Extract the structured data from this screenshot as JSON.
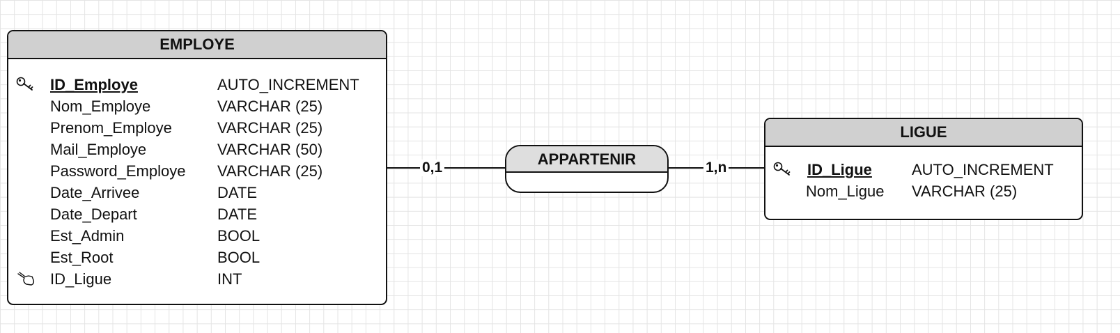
{
  "entities": {
    "employe": {
      "title": "EMPLOYE",
      "attributes": [
        {
          "name": "ID_Employe",
          "type": "AUTO_INCREMENT",
          "key": "primary",
          "icon": "key-icon"
        },
        {
          "name": "Nom_Employe",
          "type": "VARCHAR (25)"
        },
        {
          "name": "Prenom_Employe",
          "type": "VARCHAR (25)"
        },
        {
          "name": "Mail_Employe",
          "type": "VARCHAR (50)"
        },
        {
          "name": "Password_Employe",
          "type": "VARCHAR (25)"
        },
        {
          "name": "Date_Arrivee",
          "type": "DATE"
        },
        {
          "name": "Date_Depart",
          "type": "DATE"
        },
        {
          "name": "Est_Admin",
          "type": "BOOL"
        },
        {
          "name": "Est_Root",
          "type": "BOOL"
        },
        {
          "name": "ID_Ligue",
          "type": "INT",
          "key": "foreign",
          "icon": "pointing-hand-icon"
        }
      ]
    },
    "ligue": {
      "title": "LIGUE",
      "attributes": [
        {
          "name": "ID_Ligue",
          "type": "AUTO_INCREMENT",
          "key": "primary",
          "icon": "key-icon"
        },
        {
          "name": "Nom_Ligue",
          "type": "VARCHAR (25)"
        }
      ]
    }
  },
  "relation": {
    "name": "APPARTENIR",
    "left_cardinality": "0,1",
    "right_cardinality": "1,n"
  }
}
